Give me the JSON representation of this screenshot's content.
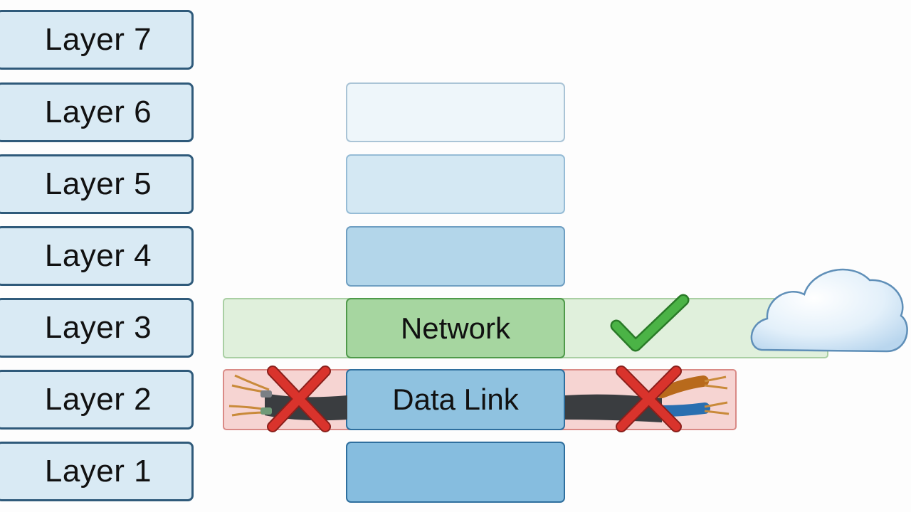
{
  "layers": [
    {
      "label": "Layer 7"
    },
    {
      "label": "Layer 6"
    },
    {
      "label": "Layer 5"
    },
    {
      "label": "Layer 4"
    },
    {
      "label": "Layer 3"
    },
    {
      "label": "Layer 2"
    },
    {
      "label": "Layer 1"
    }
  ],
  "stack": {
    "network_label": "Network",
    "datalink_label": "Data Link"
  },
  "colors": {
    "label_fill": "#d9eaf4",
    "label_border": "#2f5a7a",
    "network_fill": "#a6d6a0",
    "network_border": "#4f9a4a",
    "datalink_fill": "#8fc2e0",
    "cross_red": "#d9332c",
    "check_green": "#3ea43a"
  }
}
